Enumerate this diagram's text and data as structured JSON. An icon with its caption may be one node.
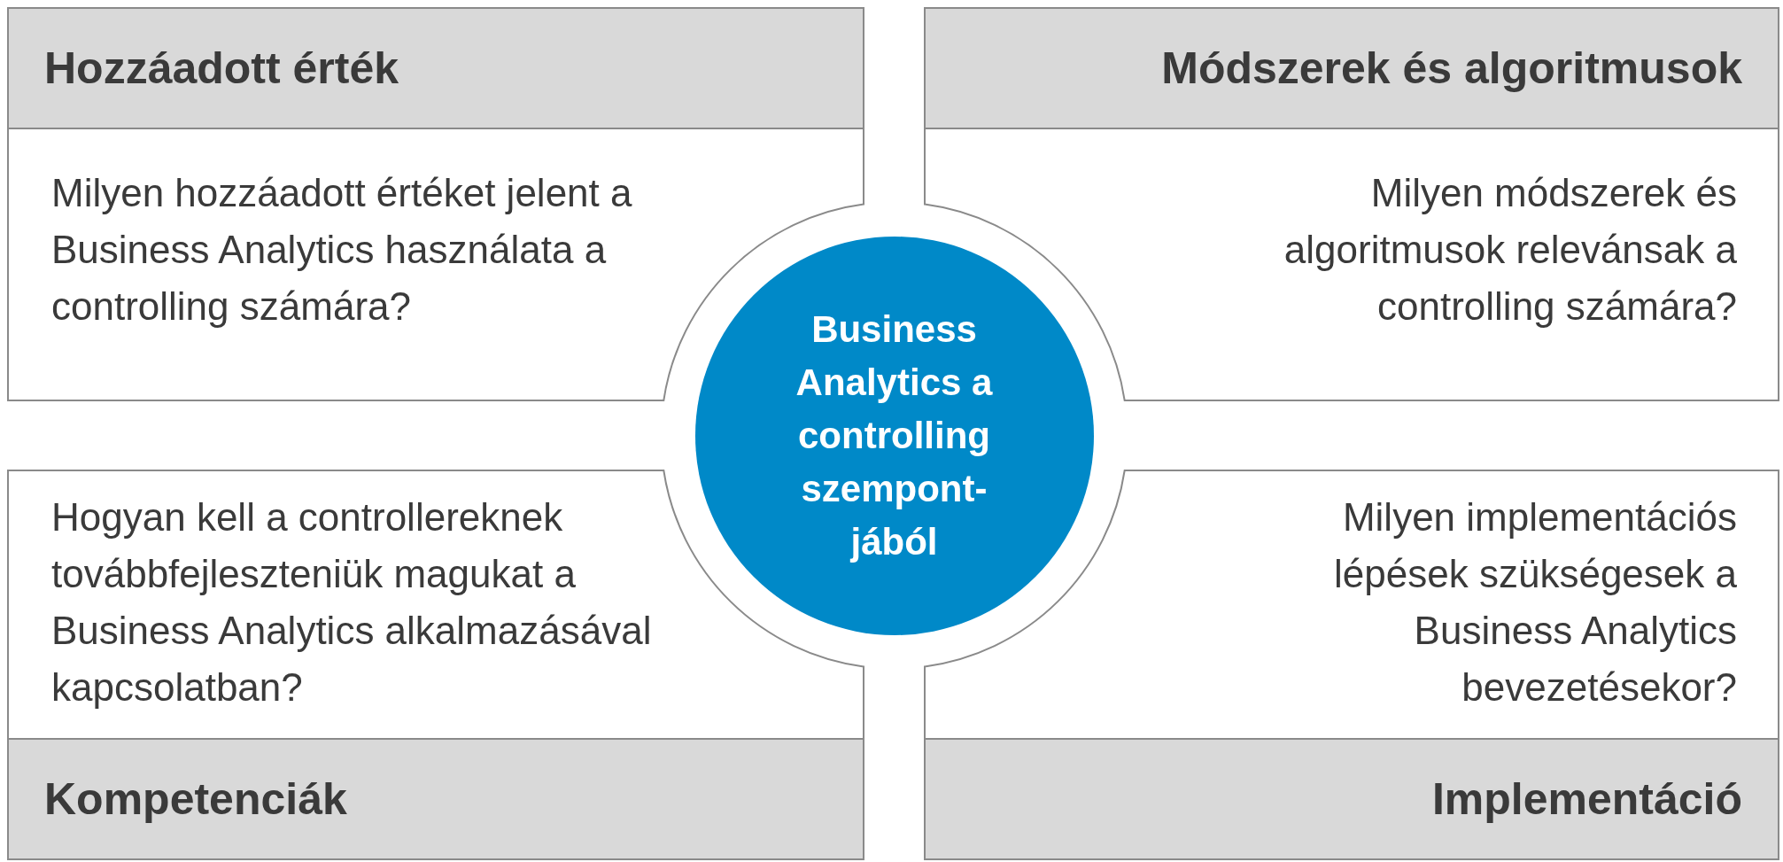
{
  "diagram": {
    "nodes": [
      {
        "text": [
          "Hozzáadott érték",
          "Milyen hozzáadott értéket jelent a Business Analytics használata a controlling számára?"
        ]
      },
      {
        "text": [
          "Módszerek és algoritmusok",
          "Milyen módszerek és algoritmusok relevánsak a controlling számára?"
        ]
      },
      {
        "text": [
          "Business Analytics a controlling szempont-jából"
        ]
      },
      {
        "text": [
          "Hogyan kell a controllereknek továbbfejleszteniük magukat a Business Analytics alkalmazásával kapcsolatban?",
          "Kompetenciák"
        ]
      },
      {
        "text": [
          "Milyen implementációs lépések szükségesek a Business Analytics bevezetésekor?",
          "Implementáció"
        ]
      }
    ]
  }
}
